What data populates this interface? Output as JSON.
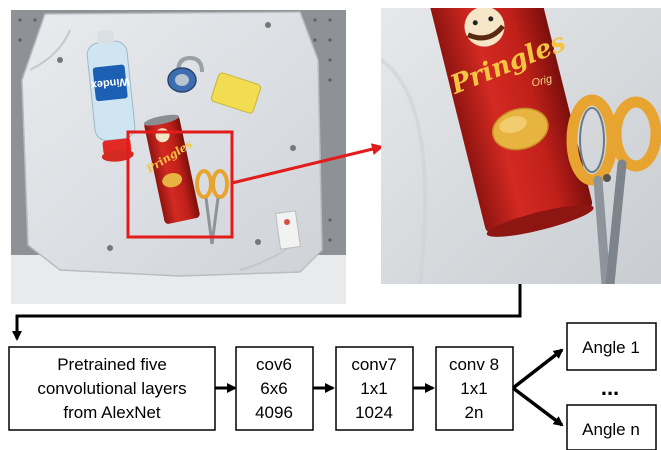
{
  "photo_left": {
    "windex_label": "Windex",
    "can_label": "Pringles"
  },
  "photo_right": {
    "can_label": "Pringles",
    "can_sublabel": "Orig"
  },
  "boxes": {
    "alexnet": [
      "Pretrained five",
      "convolutional layers",
      "from AlexNet"
    ],
    "conv6": [
      "cov6",
      "6x6",
      "4096"
    ],
    "conv7": [
      "conv7",
      "1x1",
      "1024"
    ],
    "conv8": [
      "conv 8",
      "1x1",
      "2n"
    ]
  },
  "outputs": {
    "angle_first": "Angle 1",
    "ellipsis": "...",
    "angle_last": "Angle n"
  },
  "colors": {
    "highlight": "#e21b1b",
    "arrow": "#000000",
    "can_red": "#c8241e",
    "scissor_orange": "#e8a431",
    "scissor_blade": "#8d949c",
    "cloth": "#dfe2e6"
  }
}
